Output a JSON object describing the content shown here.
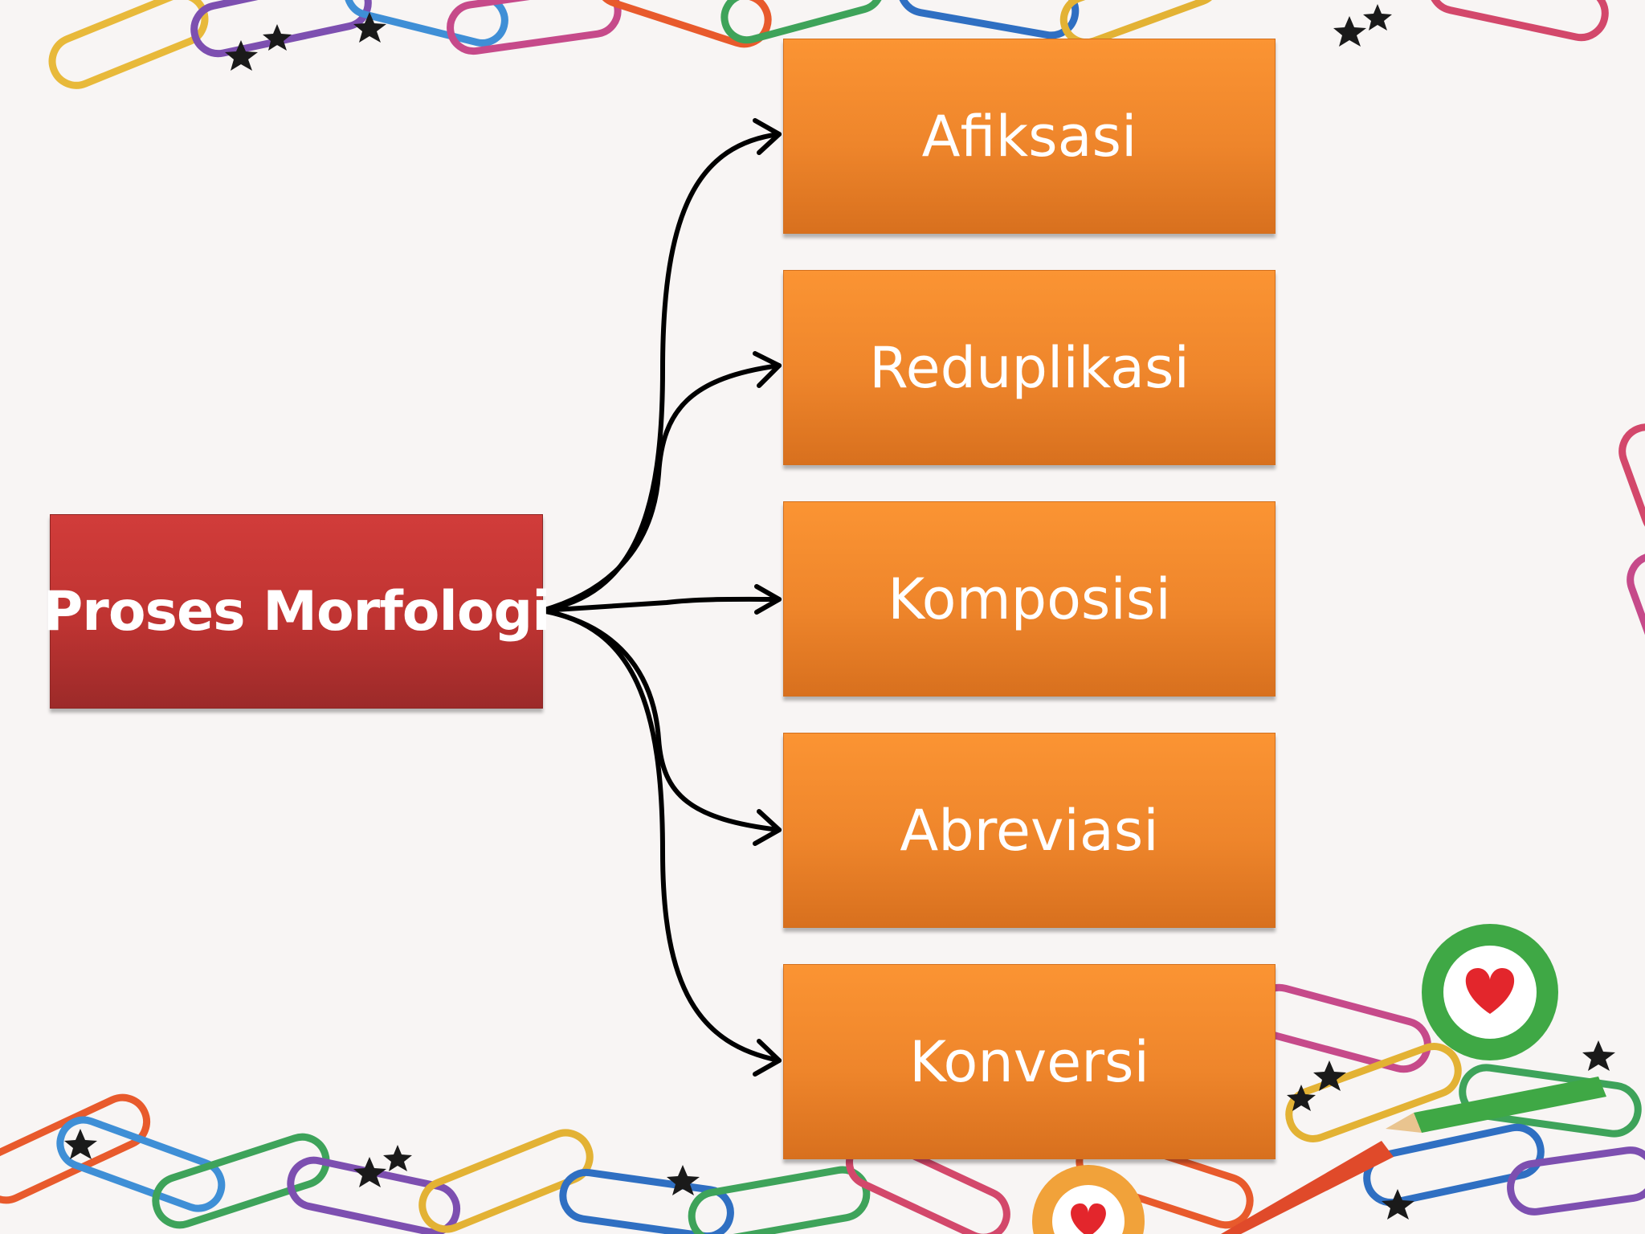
{
  "diagram": {
    "root": {
      "label": "Proses Morfologi",
      "color": "#c0392b"
    },
    "children": [
      {
        "label": "Afiksasi"
      },
      {
        "label": "Reduplikasi"
      },
      {
        "label": "Komposisi"
      },
      {
        "label": "Abreviasi"
      },
      {
        "label": "Konversi"
      }
    ],
    "child_color": "#f68c2e",
    "arrow_color": "#000000"
  }
}
